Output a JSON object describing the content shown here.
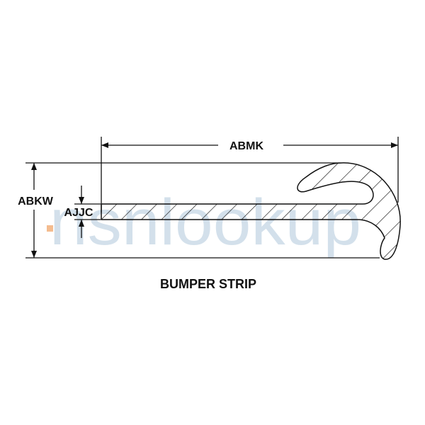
{
  "diagram": {
    "title": "BUMPER STRIP",
    "dimensions": {
      "length": "ABMK",
      "overall_height": "ABKW",
      "thickness": "AJJC"
    }
  },
  "watermark": "nsnlookup",
  "colors": {
    "line": "#111111",
    "watermark": "#9fbcd3"
  }
}
